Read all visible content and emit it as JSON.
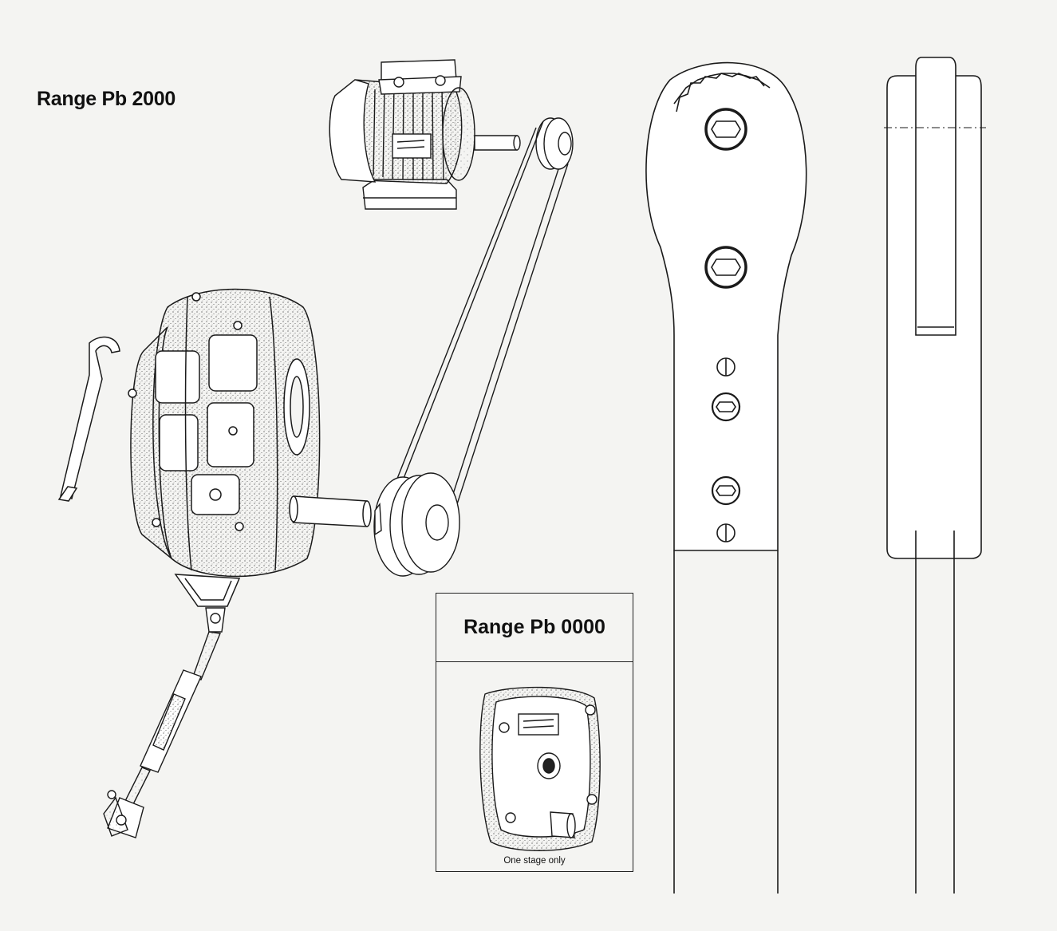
{
  "titles": {
    "main_range": "Range Pb 2000",
    "inset_range": "Range Pb 0000",
    "inset_caption": "One stage only"
  },
  "drawing": {
    "line_color": "#1a1a1a",
    "background": "#f4f4f2",
    "components": [
      "electric-motor",
      "v-belt-drive",
      "shaft-mounted-gearbox",
      "turnbuckle-torque-arm",
      "c-spanner",
      "torque-arm-front-view",
      "torque-arm-side-view"
    ]
  }
}
